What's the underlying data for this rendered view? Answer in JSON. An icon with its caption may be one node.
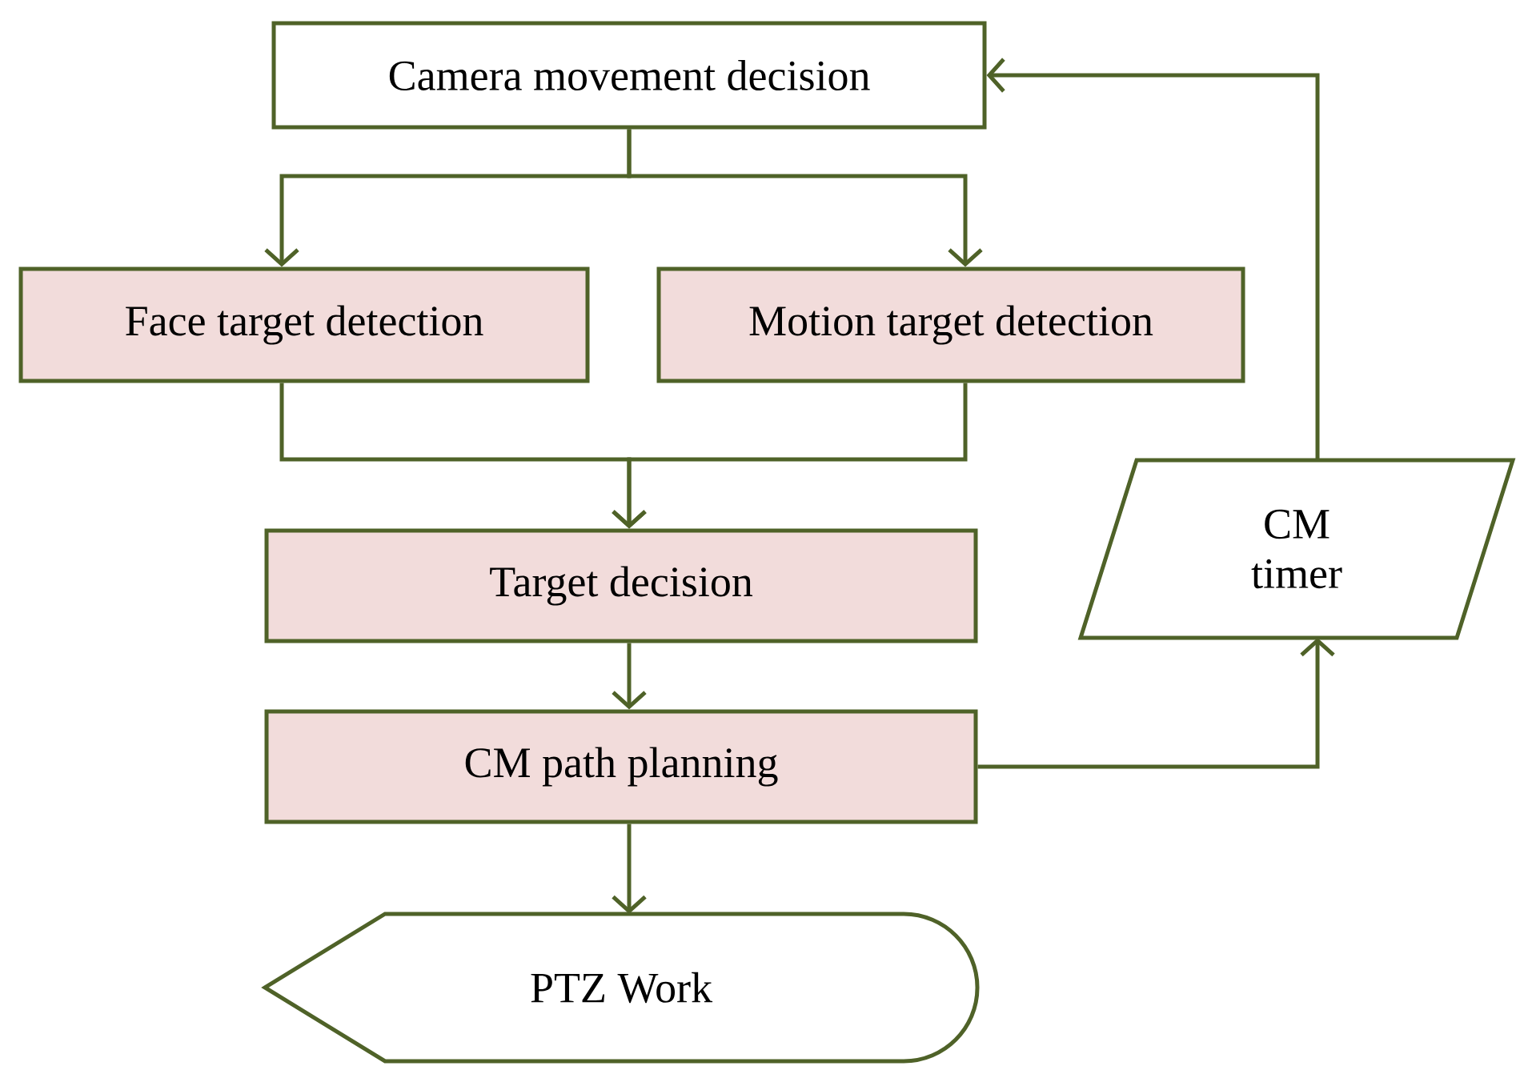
{
  "diagram": {
    "nodes": [
      {
        "text": [
          "Camera movement decision"
        ]
      },
      {
        "text": [
          "Face target detection"
        ]
      },
      {
        "text": [
          "Motion target detection"
        ]
      },
      {
        "text": [
          "Target decision"
        ]
      },
      {
        "text": [
          "CM path planning"
        ]
      },
      {
        "text": [
          "CM timer"
        ]
      },
      {
        "text": [
          "PTZ Work"
        ]
      }
    ],
    "edges": [
      {
        "from": 0,
        "to": 1,
        "arrow": "to"
      },
      {
        "from": 0,
        "to": 2,
        "arrow": "to"
      },
      {
        "from": 1,
        "to": 3,
        "arrow": "to"
      },
      {
        "from": 2,
        "to": 3,
        "arrow": "to"
      },
      {
        "from": 3,
        "to": 4,
        "arrow": "to"
      },
      {
        "from": 4,
        "to": 6,
        "arrow": "to"
      },
      {
        "from": 4,
        "to": 5,
        "arrow": "to"
      },
      {
        "from": 5,
        "to": 0,
        "arrow": "to"
      }
    ]
  }
}
